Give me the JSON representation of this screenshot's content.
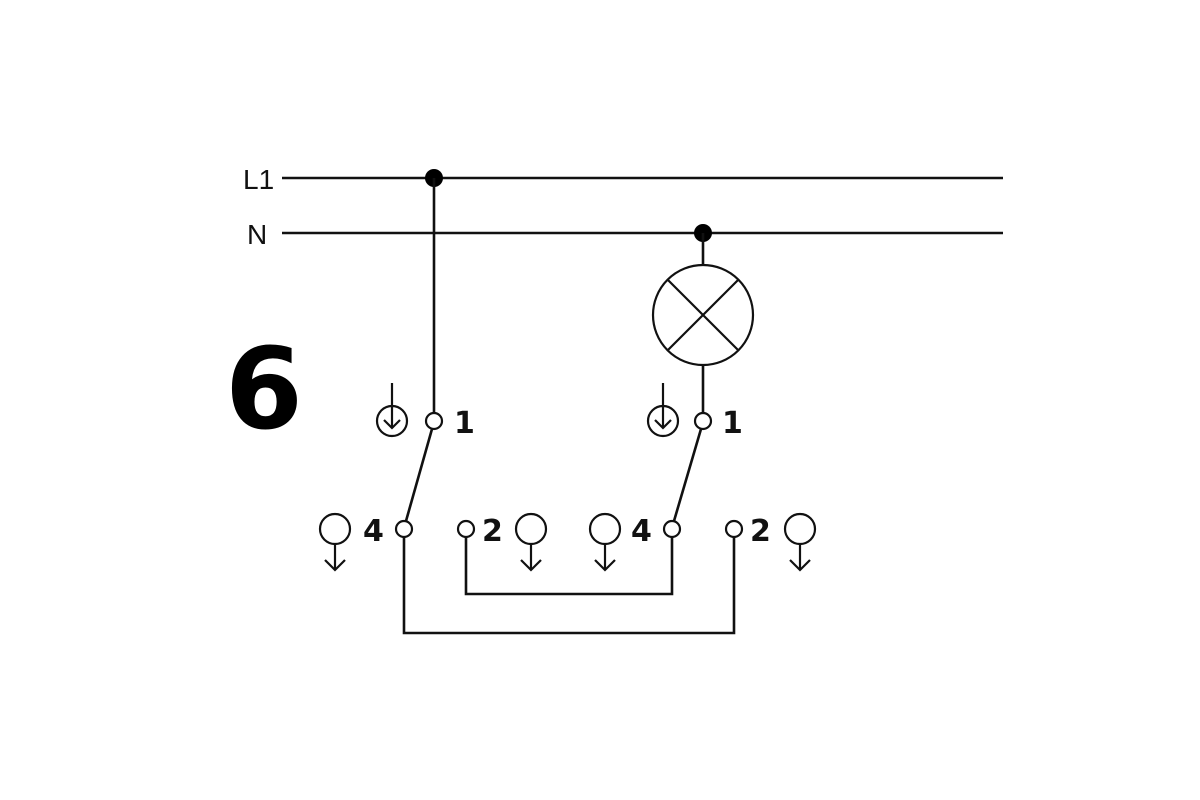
{
  "diagram": {
    "number": "6",
    "rails": {
      "l1": "L1",
      "n": "N"
    },
    "switch_a": {
      "t1": "1",
      "t4": "4",
      "t2": "2"
    },
    "switch_b": {
      "t1": "1",
      "t4": "4",
      "t2": "2"
    }
  }
}
